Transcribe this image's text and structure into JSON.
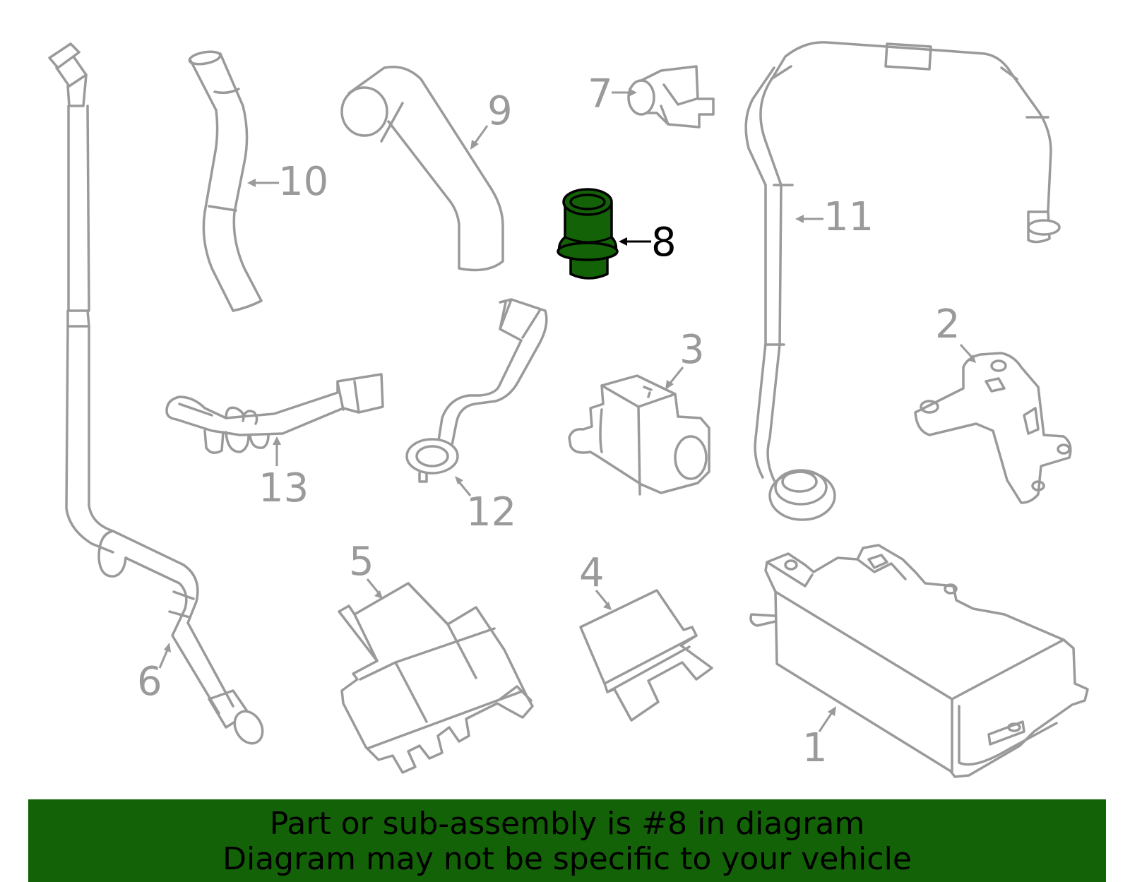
{
  "callouts": {
    "c1": "1",
    "c2": "2",
    "c3": "3",
    "c4": "4",
    "c5": "5",
    "c6": "6",
    "c7": "7",
    "c8": "8",
    "c9": "9",
    "c10": "10",
    "c11": "11",
    "c12": "12",
    "c13": "13"
  },
  "highlighted_part": "8",
  "highlight_color": "#136207",
  "outline_color": "#9a9a9a",
  "banner": {
    "line1": "Part or sub-assembly is #8 in diagram",
    "line2": "Diagram may not be specific to your vehicle"
  }
}
